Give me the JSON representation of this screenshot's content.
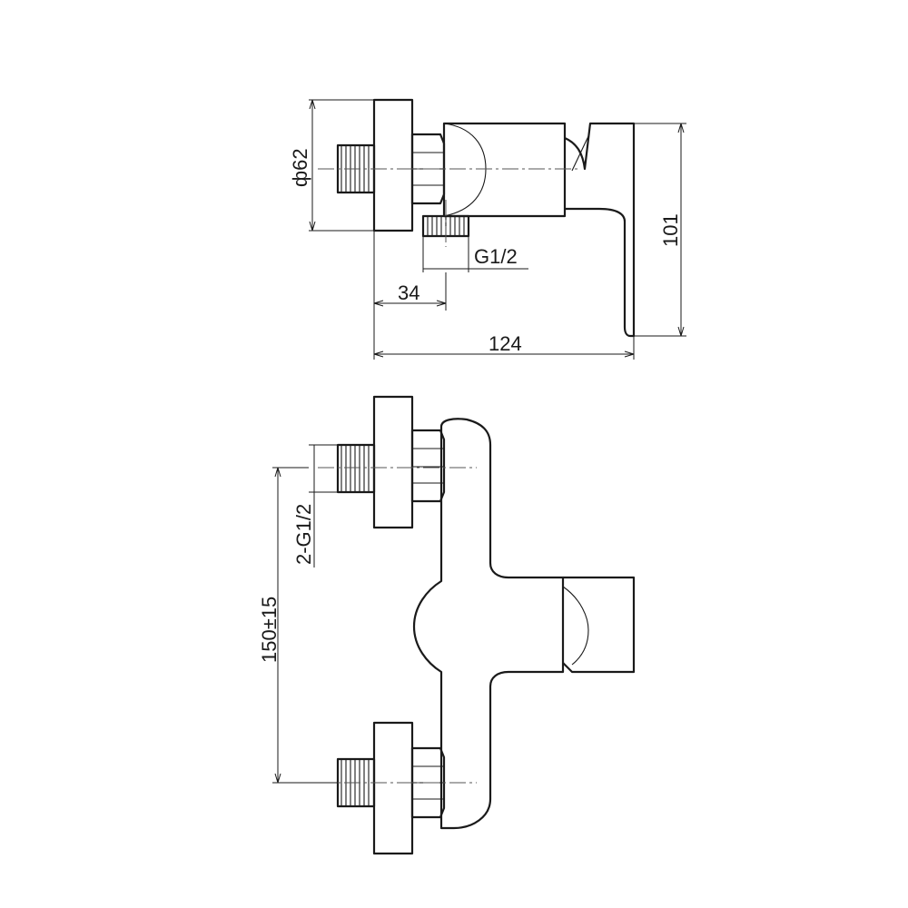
{
  "dimensions": {
    "diameter": "ф62",
    "offset": "34",
    "inlet_thread": "G1/2",
    "total_length": "124",
    "height": "101",
    "connection_threads": "2-G1/2",
    "center_distance": "150±15"
  }
}
